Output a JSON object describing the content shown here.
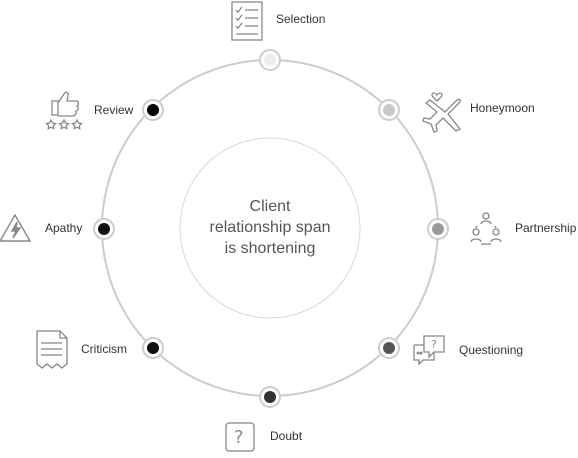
{
  "center": {
    "line1": "Client",
    "line2": "relationship span",
    "line3": "is shortening"
  },
  "stages": [
    {
      "label": "Selection",
      "icon": "checklist-icon",
      "color": "#eeeeee"
    },
    {
      "label": "Honeymoon",
      "icon": "airplane-heart-icon",
      "color": "#c8c8c8"
    },
    {
      "label": "Partnership",
      "icon": "team-network-icon",
      "color": "#9a9a9a"
    },
    {
      "label": "Questioning",
      "icon": "chat-question-icon",
      "color": "#555555"
    },
    {
      "label": "Doubt",
      "icon": "question-box-icon",
      "color": "#333333"
    },
    {
      "label": "Criticism",
      "icon": "torn-document-icon",
      "color": "#111111"
    },
    {
      "label": "Apathy",
      "icon": "warning-triangle-icon",
      "color": "#111111"
    },
    {
      "label": "Review",
      "icon": "thumbs-up-stars-icon",
      "color": "#000000"
    }
  ],
  "colors": {
    "outer_ring": "#cccccc",
    "inner_ring": "#d8d8d8",
    "icon_stroke": "#888888"
  }
}
